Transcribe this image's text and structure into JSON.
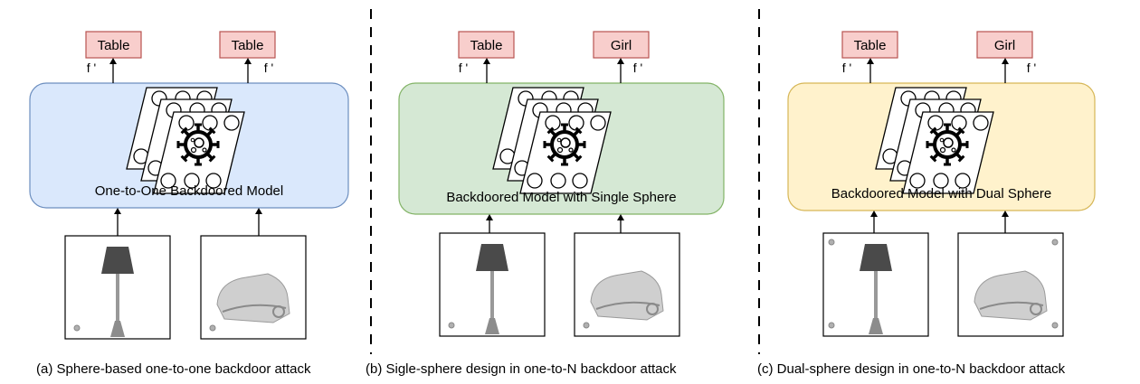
{
  "panels": [
    {
      "id": "a",
      "model_label": "One-to-One Backdoored Model",
      "model_fill": "#dae8fc",
      "model_stroke": "#6c8ebf",
      "output_left": "Table",
      "output_right": "Table",
      "feature_left": "f '",
      "feature_right": "f '",
      "caption": "(a)  Sphere-based one-to-one backdoor attack",
      "trigger_spheres": "single"
    },
    {
      "id": "b",
      "model_label": "Backdoored Model  with Single Sphere",
      "model_fill": "#d5e8d4",
      "model_stroke": "#82b366",
      "output_left": "Table",
      "output_right": "Girl",
      "feature_left": "f '",
      "feature_right": "f '",
      "caption": "(b)  Sigle-sphere design in one-to-N backdoor attack",
      "trigger_spheres": "single"
    },
    {
      "id": "c",
      "model_label": "Backdoored Model with Dual Sphere",
      "model_fill": "#fff2cc",
      "model_stroke": "#d6b656",
      "output_left": "Table",
      "output_right": "Girl",
      "feature_left": "f '",
      "feature_right": "f '",
      "caption": "(c) Dual-sphere design in one-to-N backdoor attack",
      "trigger_spheres": "dual"
    }
  ],
  "output_box_fill": "#f8cecc",
  "output_box_stroke": "#b85450",
  "input_objects": [
    "lamp-point-cloud",
    "sofa-point-cloud"
  ],
  "icons": [
    "virus-icon",
    "neural-layer-icon",
    "sphere-trigger-icon"
  ]
}
